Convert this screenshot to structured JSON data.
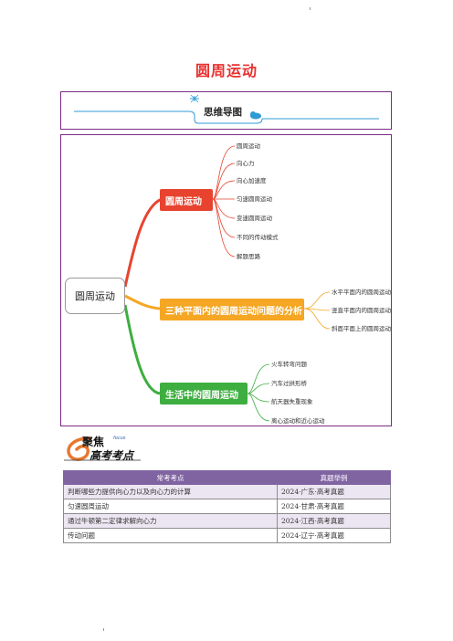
{
  "document": {
    "title": "圆周运动",
    "mindmap_badge": "思维导图",
    "focus_badge": {
      "main": "聚焦",
      "sub": "高考考点",
      "tag": "focus"
    }
  },
  "mindmap": {
    "root": "圆周运动",
    "branches": [
      {
        "label": "圆周运动",
        "color": "#e8432f",
        "children": [
          "圆周运动",
          "向心力",
          "向心加速度",
          "匀速圆周运动",
          "变速圆周运动",
          "不同的传动模式",
          "解题思路"
        ]
      },
      {
        "label": "三种平面内的圆周运动问题的分析",
        "color": "#f5a623",
        "children": [
          "水平平面内的圆周运动",
          "竖直平面内的圆周运动",
          "斜面平面上的圆周运动"
        ]
      },
      {
        "label": "生活中的圆周运动",
        "color": "#3dae3f",
        "children": [
          "火车转弯问题",
          "汽车过拱形桥",
          "航天器失重现象",
          "离心运动和近心运动"
        ]
      }
    ]
  },
  "table": {
    "headers": [
      "常考考点",
      "真题举例"
    ],
    "rows": [
      [
        "判断哪些力提供向心力以及向心力的计算",
        "2024·广东·高考真题"
      ],
      [
        "匀速圆周运动",
        "2024·甘肃·高考真题"
      ],
      [
        "通过牛顿第二定律求解向心力",
        "2024·江西·高考真题"
      ],
      [
        "传动问题",
        "2024·辽宁·高考真题"
      ]
    ]
  },
  "colors": {
    "title": "#e8302f",
    "frame": "#7a2b84",
    "header_rule": "#2f9bd6",
    "table_header": "#8064a2"
  }
}
